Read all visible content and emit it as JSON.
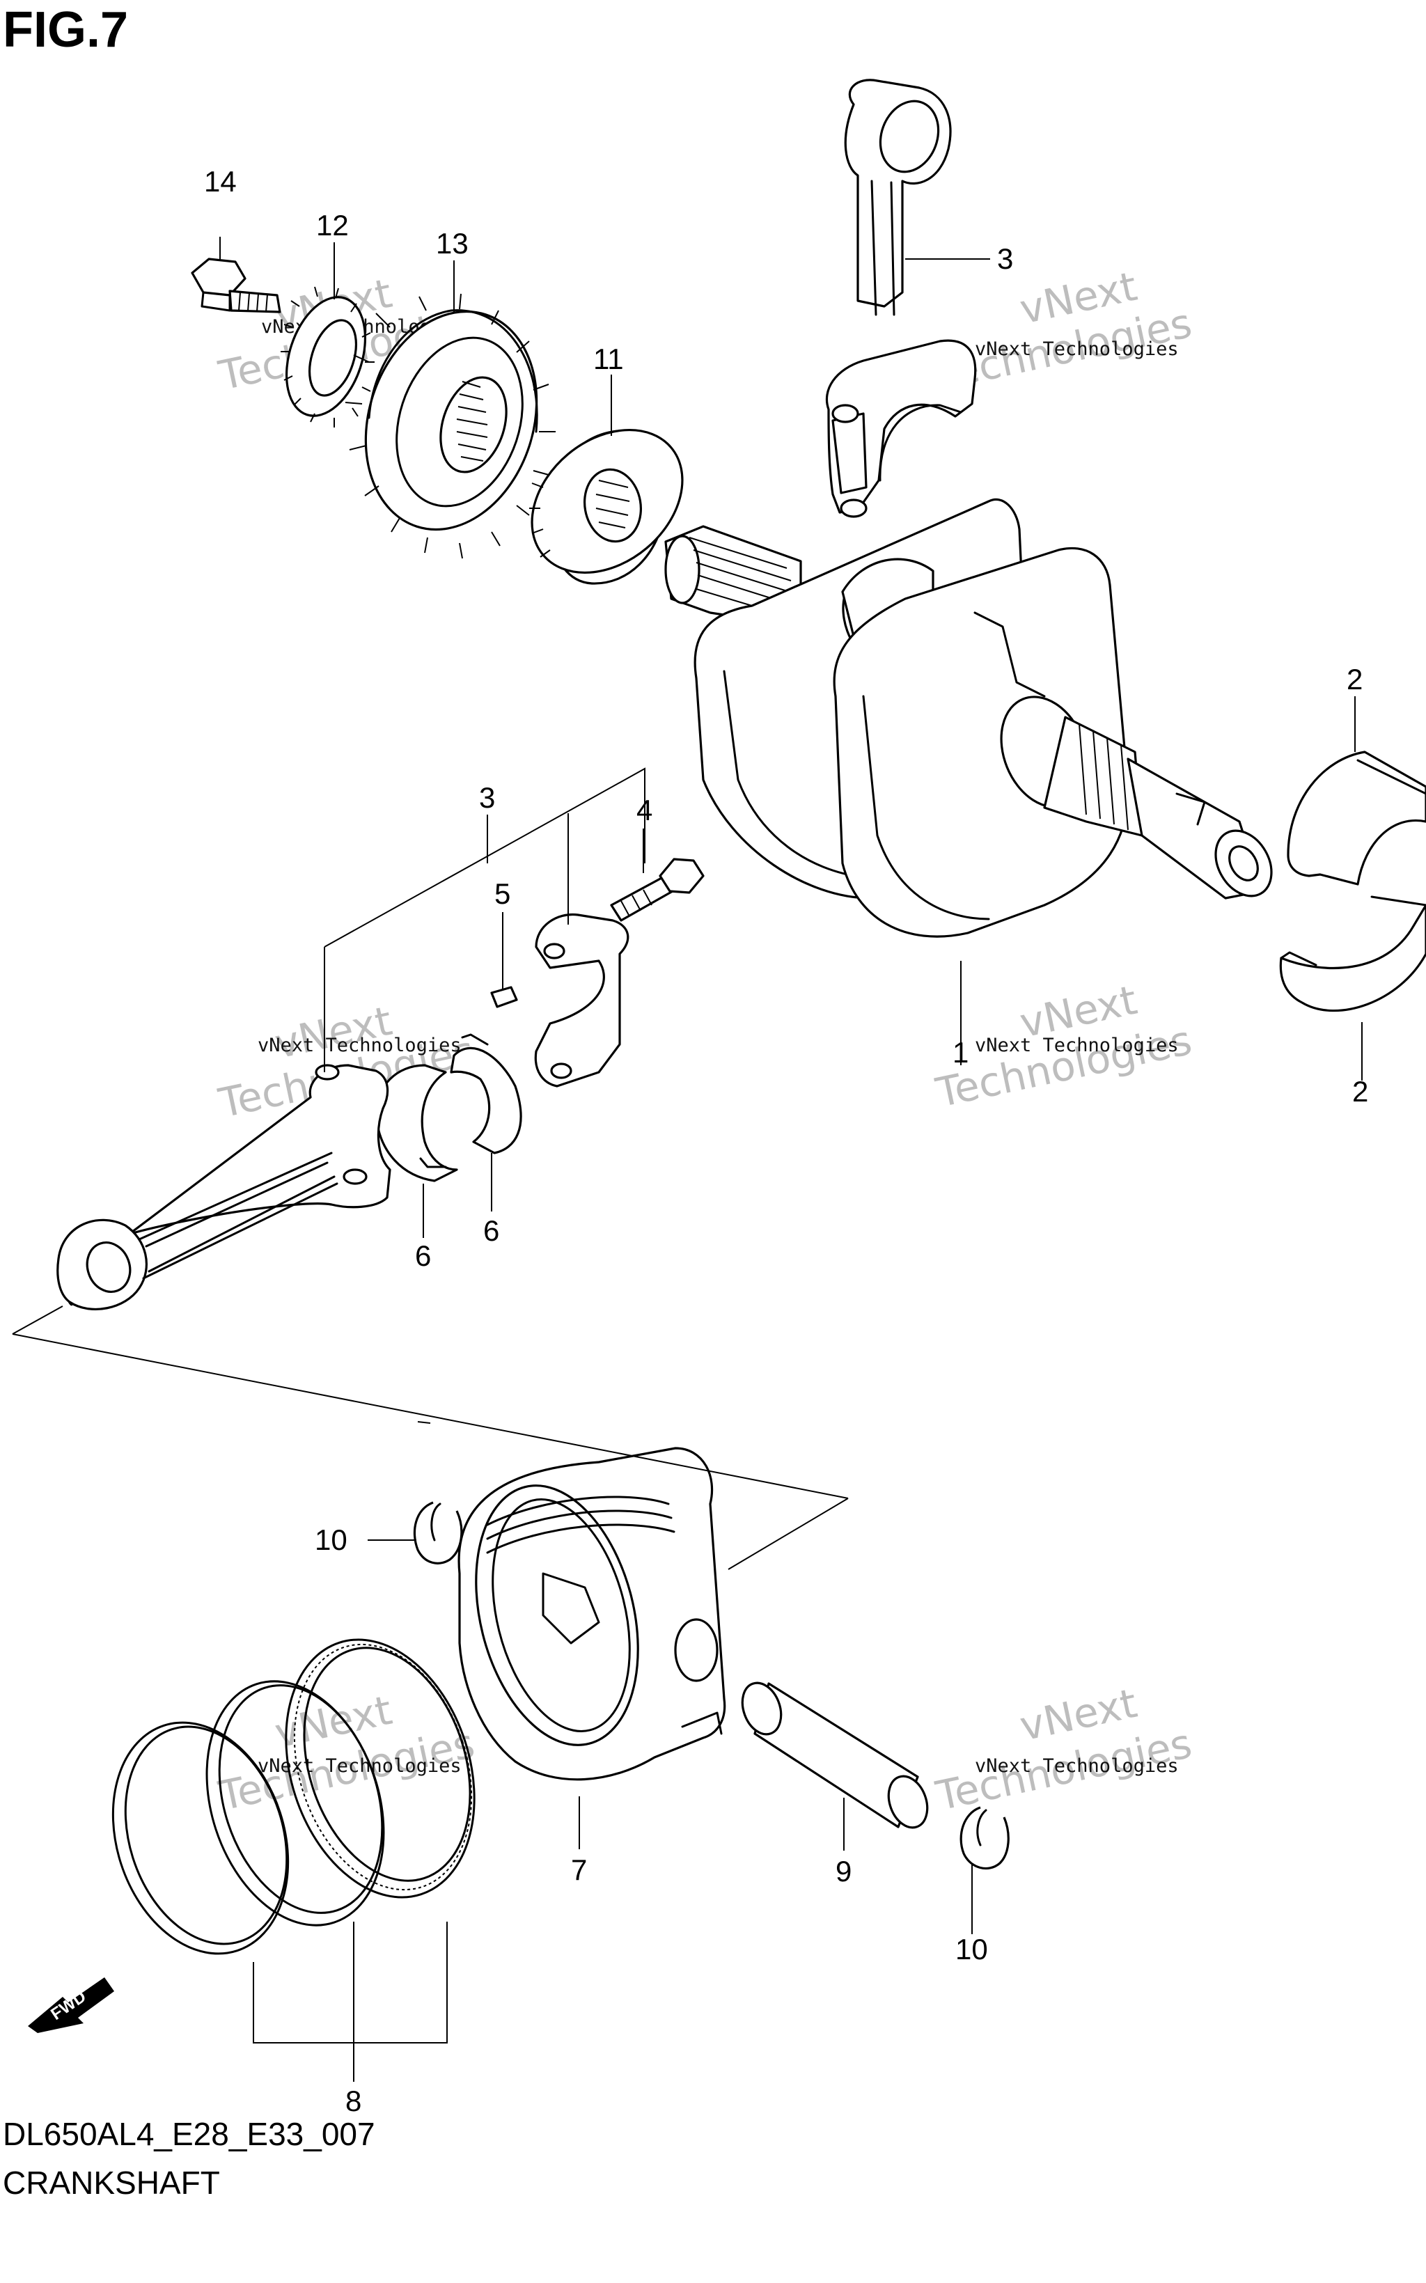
{
  "figure": {
    "title": "FIG.7",
    "model_code": "DL650AL4_E28_E33_007",
    "name": "CRANKSHAFT"
  },
  "watermark": {
    "line1": "vNext",
    "line2": "Technologies",
    "small": "vNext Technologies"
  },
  "fwd_label": "FWD",
  "callouts": {
    "c14": "14",
    "c12": "12",
    "c13": "13",
    "c11": "11",
    "c3_top": "3",
    "c2_top": "2",
    "c2_bottom": "2",
    "c1": "1",
    "c3_group": "3",
    "c4": "4",
    "c5": "5",
    "c6_left": "6",
    "c6_right": "6",
    "c10_top": "10",
    "c10_bottom": "10",
    "c7": "7",
    "c8": "8",
    "c9": "9"
  }
}
